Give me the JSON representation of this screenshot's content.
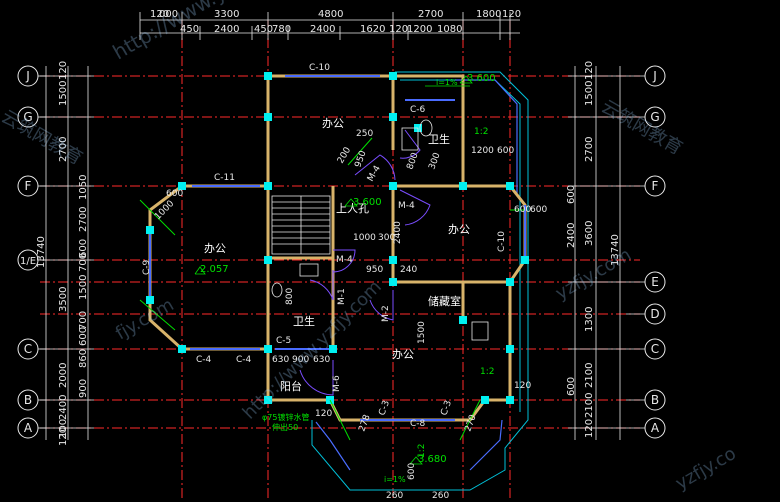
{
  "colors": {
    "background": "#000000",
    "dimension": "#e8e8e8",
    "axis": "#ff2a2a",
    "wall": "#d8b36a",
    "column": "#00f0f0",
    "window": "#4a6cff",
    "door": "#7a4dff",
    "label": "#ffffff",
    "level": "#00e000",
    "slab": "#00c0d8",
    "watermark": "#9ecfff"
  },
  "top_dimensions_row1": [
    "120",
    "3300",
    "4800",
    "2700",
    "1800",
    "120"
  ],
  "top_dimensions_row1_prefix": "000",
  "top_dimensions_row2": [
    "450",
    "2400",
    "450",
    "780",
    "2400",
    "1620",
    "120",
    "1200",
    "1080"
  ],
  "left_dimensions": [
    "1500",
    "120",
    "2700",
    "2700",
    "1050",
    "600",
    "700",
    "1500",
    "3500",
    "700",
    "600",
    "860",
    "2000",
    "2400",
    "900",
    "100",
    "120"
  ],
  "left_total": "13740",
  "right_dimensions": [
    "1500",
    "120",
    "2700",
    "600",
    "2400",
    "3600",
    "1300",
    "2100",
    "600",
    "2100",
    "120"
  ],
  "right_total": "13740",
  "axis_labels": [
    "J",
    "G",
    "F",
    "1/E",
    "E",
    "D",
    "C",
    "B",
    "A"
  ],
  "rooms": {
    "office_top": "办公",
    "office_left": "办公",
    "office_right": "办公",
    "office_bottom": "办公",
    "bath_top": "卫生",
    "bath_mid": "卫生",
    "storage": "储藏室",
    "balcony": "阳台",
    "stair": "上人孔"
  },
  "window_labels": [
    "C-10",
    "C-11",
    "C-6",
    "C-4",
    "C-4",
    "C-5",
    "C-9",
    "C-10",
    "C-3",
    "C-8",
    "C-3"
  ],
  "door_labels": [
    "M-4",
    "M-4",
    "M-4",
    "M-1",
    "M-2",
    "M-6"
  ],
  "levels": [
    "3.600",
    "3.600",
    "2.057",
    "3.680"
  ],
  "slope_labels": [
    "i=1%",
    "1:2",
    "1:2",
    "1:2",
    "i=1%"
  ],
  "misc_dims": [
    "250",
    "200",
    "950",
    "800",
    "300",
    "1200",
    "600",
    "1000",
    "300",
    "950",
    "240",
    "600",
    "600",
    "600",
    "800",
    "630",
    "900",
    "630",
    "2700",
    "270",
    "278",
    "2400",
    "1000",
    "1500",
    "120",
    "600",
    "120",
    "260",
    "260",
    "600"
  ],
  "pipe_note": "φ75镀锌水管",
  "pipe_note2": "伸出50",
  "watermarks": [
    "http://www.yzfjy.com",
    "云筑网教育",
    "yzfjy.com",
    "云筑网教育",
    "http://www.yzfjy.com",
    "fjy.com",
    "yzfjy.co"
  ]
}
